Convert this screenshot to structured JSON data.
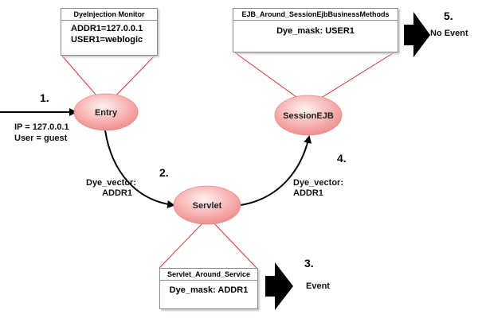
{
  "monitor_box": {
    "title": "DyeInjection Monitor",
    "lines": [
      "ADDR1=127.0.0.1",
      "USER1=weblogic"
    ]
  },
  "ejb_box": {
    "title": "EJB_Around_SessionEjbBusinessMethods",
    "line": "Dye_mask: USER1"
  },
  "servlet_box": {
    "title": "Servlet_Around_Service",
    "line": "Dye_mask: ADDR1"
  },
  "nodes": {
    "entry": "Entry",
    "servlet": "Servlet",
    "session_ejb": "SessionEJB"
  },
  "steps": [
    "1.",
    "2.",
    "3.",
    "4.",
    "5."
  ],
  "request": {
    "ip": "IP = 127.0.0.1",
    "user": "User = guest"
  },
  "dye_vector_left": [
    "Dye_vector:",
    "ADDR1"
  ],
  "dye_vector_right": [
    "Dye_vector:",
    "ADDR1"
  ],
  "outcomes": {
    "servlet_result": "Event",
    "ejb_result": "No Event"
  },
  "colors": {
    "ellipse_fill": "#f7b3b3",
    "ellipse_highlight": "#fde8e8",
    "connector_red": "#e03030",
    "arrow_black": "#000000"
  }
}
